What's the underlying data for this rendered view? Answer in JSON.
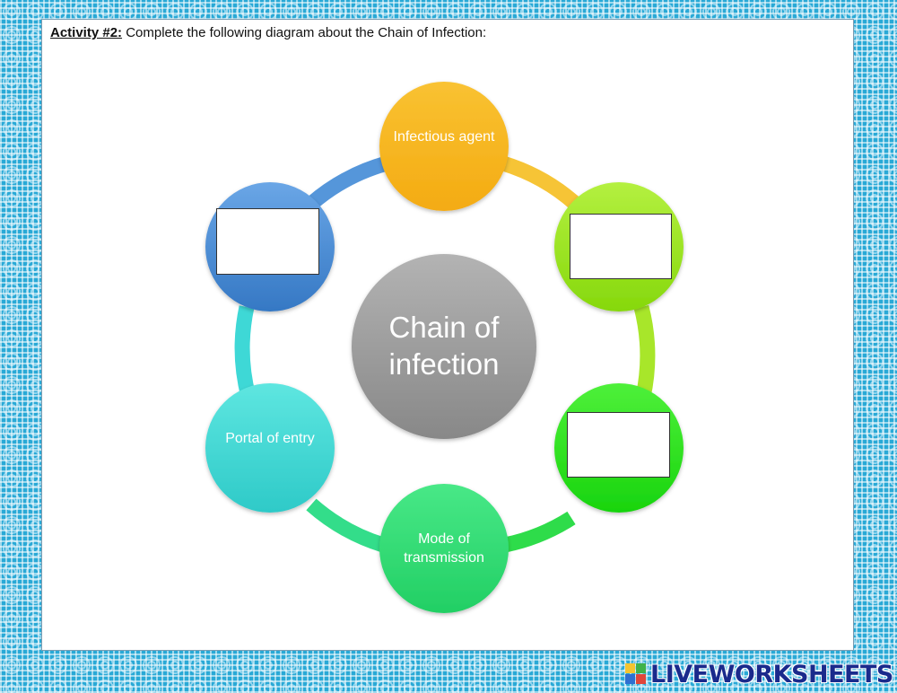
{
  "heading": {
    "activity": "Activity #2:",
    "instruction": " Complete the following diagram about the Chain of Infection:"
  },
  "diagram": {
    "center": "Chain of infection",
    "nodes": {
      "top": "Infectious agent",
      "bottom": "Mode of transmission",
      "lower_left": "Portal of entry"
    },
    "answers": {
      "upper_right": "",
      "lower_right": "",
      "upper_left": ""
    },
    "colors": {
      "top": "#f6b51e",
      "upper_right": "#9ae41c",
      "lower_right": "#2fe11d",
      "bottom": "#2fd873",
      "lower_left": "#3dd7d3",
      "upper_left": "#4a8bd3",
      "center": "#9a9a9a"
    }
  },
  "branding": {
    "logo_text": "LIVEWORKSHEETS",
    "icon": "liveworksheets-logo-icon"
  }
}
